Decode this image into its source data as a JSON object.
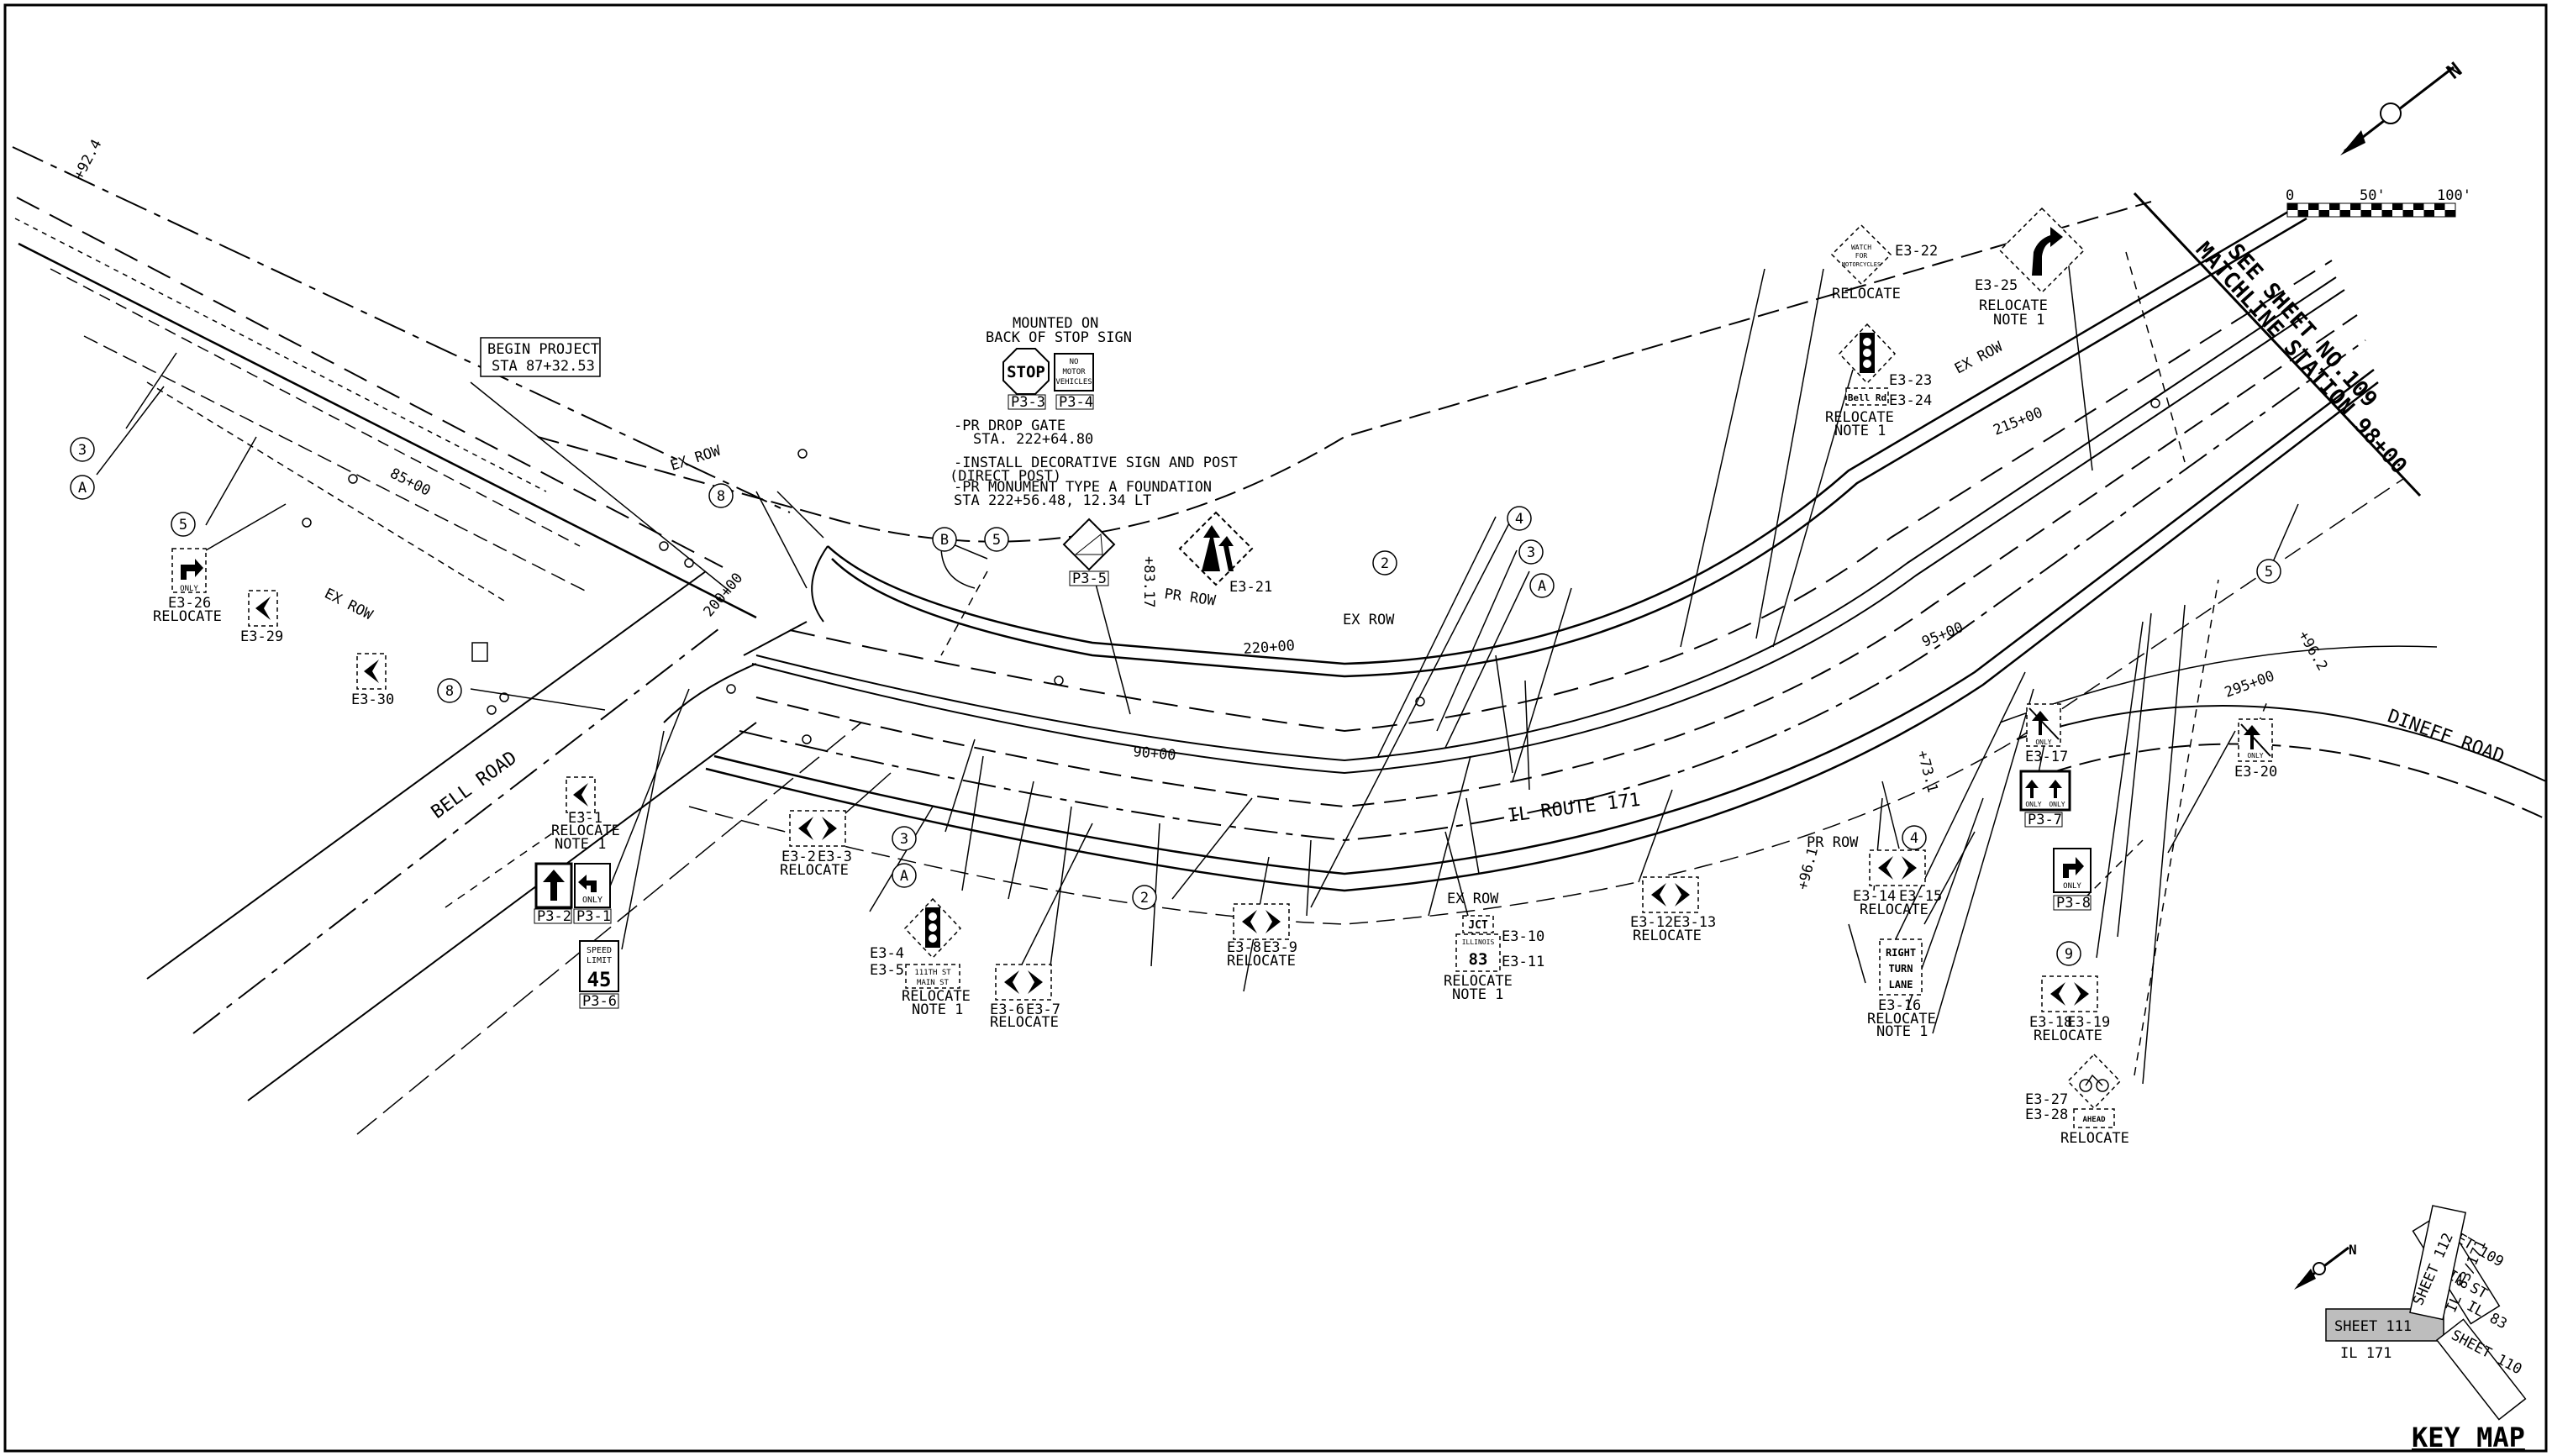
{
  "frame": {
    "key_map_title": "KEY MAP"
  },
  "matchline": {
    "line1": "SEE SHEET NO.109",
    "line2": "MATCHLINE STATION 98+00"
  },
  "scale_bar": {
    "t0": "0",
    "t1": "50'",
    "t2": "100'"
  },
  "north_arrow": {
    "label": "N"
  },
  "key_map": {
    "north": "N",
    "sheets": [
      {
        "id": "km-111",
        "label": "SHEET 111",
        "route": "IL 171"
      },
      {
        "id": "km-109",
        "label": "SHEET 109",
        "route": "MAIN ST"
      },
      {
        "id": "km-112",
        "label": "SHEET 112",
        "route": "IL 83/171"
      },
      {
        "id": "km-110",
        "label": "SHEET 110",
        "route": "IL 83"
      }
    ]
  },
  "roads": {
    "bell": "BELL ROAD",
    "route171": "IL ROUTE 171",
    "dineff": "DINEFF ROAD"
  },
  "row_labels": [
    "EX ROW",
    "EX ROW",
    "EX ROW",
    "EX ROW",
    "PR ROW",
    "PR ROW",
    "EX ROW"
  ],
  "stations": [
    "85+00",
    "200+00",
    "215+00",
    "220+00",
    "90+00",
    "95+00",
    "295+00",
    "+92.4",
    "+83.17",
    "+73.1",
    "+96.1",
    "+96.2"
  ],
  "notes": {
    "begin_project": [
      "BEGIN PROJECT",
      "STA 87+32.53"
    ],
    "mounted": [
      "MOUNTED ON",
      "BACK OF STOP SIGN"
    ],
    "drop_gate": [
      "-PR DROP GATE",
      "STA. 222+64.80"
    ],
    "decorative": [
      "-INSTALL DECORATIVE SIGN AND POST",
      "(DIRECT POST)"
    ],
    "monument": [
      "-PR MONUMENT TYPE A FOUNDATION",
      "STA 222+56.48, 12.34 LT"
    ]
  },
  "callouts": [
    "3",
    "A",
    "5",
    "8",
    "8",
    "B",
    "5",
    "2",
    "4",
    "3",
    "A",
    "3",
    "A",
    "2",
    "4",
    "5",
    "9"
  ],
  "sign_text": {
    "stop": "STOP",
    "no_motor_1": "NO",
    "no_motor_2": "MOTOR",
    "no_motor_3": "VEHICLES",
    "only": "ONLY",
    "speed_1": "SPEED",
    "speed_2": "LIMIT",
    "speed_3": "45",
    "watch_1": "WATCH",
    "watch_2": "FOR",
    "watch_3": "MOTORCYCLES",
    "bell_rd": "Bell Rd",
    "th111": "111TH ST",
    "main_st": "MAIN ST",
    "jct": "JCT",
    "illinois": "ILLINOIS",
    "route_83": "83",
    "right_turn_1": "RIGHT",
    "right_turn_2": "TURN",
    "right_turn_3": "LANE",
    "ahead": "AHEAD"
  },
  "sign_labels": {
    "P3_3": "P3-3",
    "P3_4": "P3-4",
    "P3_5": "P3-5",
    "P3_2": "P3-2",
    "P3_1": "P3-1",
    "P3_6": "P3-6",
    "P3_7": "P3-7",
    "P3_8": "P3-8",
    "E3_26": "E3-26",
    "E3_29": "E3-29",
    "E3_30": "E3-30",
    "E3_1": "E3-1",
    "E3_2": "E3-2",
    "E3_3": "E3-3",
    "E3_4": "E3-4",
    "E3_5": "E3-5",
    "E3_6": "E3-6",
    "E3_7": "E3-7",
    "E3_8": "E3-8",
    "E3_9": "E3-9",
    "E3_10": "E3-10",
    "E3_11": "E3-11",
    "E3_12": "E3-12",
    "E3_13": "E3-13",
    "E3_14": "E3-14",
    "E3_15": "E3-15",
    "E3_16": "E3-16",
    "E3_17": "E3-17",
    "E3_18": "E3-18",
    "E3_19": "E3-19",
    "E3_20": "E3-20",
    "E3_21": "E3-21",
    "E3_22": "E3-22",
    "E3_23": "E3-23",
    "E3_24": "E3-24",
    "E3_25": "E3-25",
    "E3_27": "E3-27",
    "E3_28": "E3-28"
  },
  "remarks": {
    "relocate": "RELOCATE",
    "note1": "NOTE 1"
  }
}
